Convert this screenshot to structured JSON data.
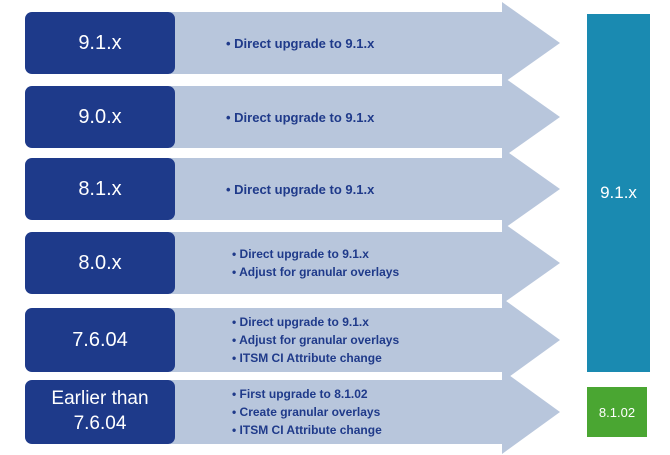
{
  "rows": [
    {
      "version": "9.1.x",
      "notes": [
        "• Direct upgrade to 9.1.x"
      ]
    },
    {
      "version": "9.0.x",
      "notes": [
        "• Direct upgrade to 9.1.x"
      ]
    },
    {
      "version": "8.1.x",
      "notes": [
        "• Direct upgrade to 9.1.x"
      ]
    },
    {
      "version": "8.0.x",
      "notes": [
        "• Direct upgrade to 9.1.x",
        "• Adjust for granular overlays"
      ]
    },
    {
      "version": "7.6.04",
      "notes": [
        "• Direct upgrade to 9.1.x",
        "• Adjust for granular overlays",
        "• ITSM CI Attribute change"
      ]
    },
    {
      "version": "Earlier than\n7.6.04",
      "notes": [
        "• First upgrade to 8.1.02",
        "• Create granular overlays",
        "• ITSM CI Attribute change"
      ]
    }
  ],
  "targets": [
    {
      "label": "9.1.x",
      "color": "#1a8ab1"
    },
    {
      "label": "8.1.02",
      "color": "#4aa632"
    }
  ],
  "colors": {
    "version_box": "#1e3a8a",
    "arrow": "#b8c6dc",
    "text": "#1f3a8a"
  }
}
